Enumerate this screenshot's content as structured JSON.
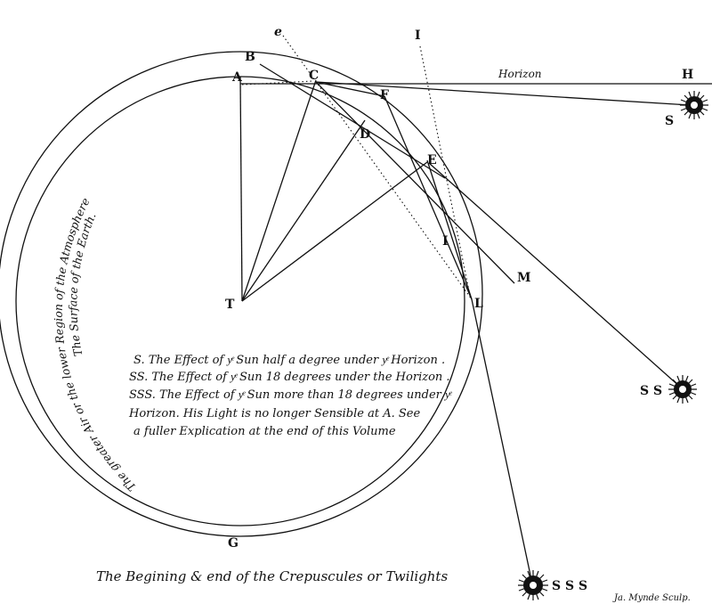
{
  "figure": {
    "points": {
      "A": "A",
      "B": "B",
      "C": "C",
      "D": "D",
      "E": "E",
      "F": "F",
      "G": "G",
      "H": "H",
      "I_top": "I",
      "I_mid": "I",
      "L": "L",
      "M": "M",
      "T": "T",
      "e": "e",
      "S": "S",
      "SS": "S S",
      "SSS": "S S S"
    },
    "horizon_label": "Horizon",
    "atmosphere_label_outer": "The greater Air or the lower Region of the Atmosphere",
    "atmosphere_label_inner": "The Surface of the Earth.",
    "legend": [
      "S. The Effect of yͤ Sun half a degree under yͤ Horizon .",
      "SS. The Effect of yͤ Sun 18 degrees under the Horizon .",
      "SSS. The Effect of yͤ Sun more than 18 degrees under yͤ",
      "Horizon. His Light is no longer Sensible at A. See",
      "a fuller Explication at the end of this Volume"
    ],
    "caption": "The Begining & end of the Crepuscules or Twilights",
    "engraver": "Ja. Mynde Sculp."
  }
}
